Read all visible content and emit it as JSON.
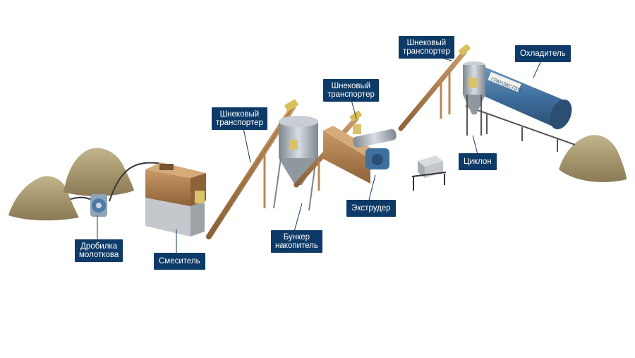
{
  "labels": {
    "crusher": {
      "line1": "Дробилка",
      "line2": "молоткова"
    },
    "mixer": {
      "line1": "Смеситель"
    },
    "screw1": {
      "line1": "Шнековый",
      "line2": "транспортер"
    },
    "bunker": {
      "line1": "Бункер",
      "line2": "накопитель"
    },
    "screw2": {
      "line1": "Шнековый",
      "line2": "транспортер"
    },
    "extruder": {
      "line1": "Экструдер"
    },
    "screw3": {
      "line1": "Шнековый",
      "line2": "транспортер"
    },
    "cooler": {
      "line1": "Охладитель"
    },
    "cyclone": {
      "line1": "Циклон"
    }
  },
  "logo_text": "ГРАНЭКСПРО",
  "colors": {
    "label_bg": "#0d3a66",
    "label_text": "#ffffff",
    "wood": "#b88756",
    "wood_dark": "#8d6238",
    "steel": "#9aa3ab",
    "blue": "#3f6f9d",
    "pile": "#a99870"
  }
}
